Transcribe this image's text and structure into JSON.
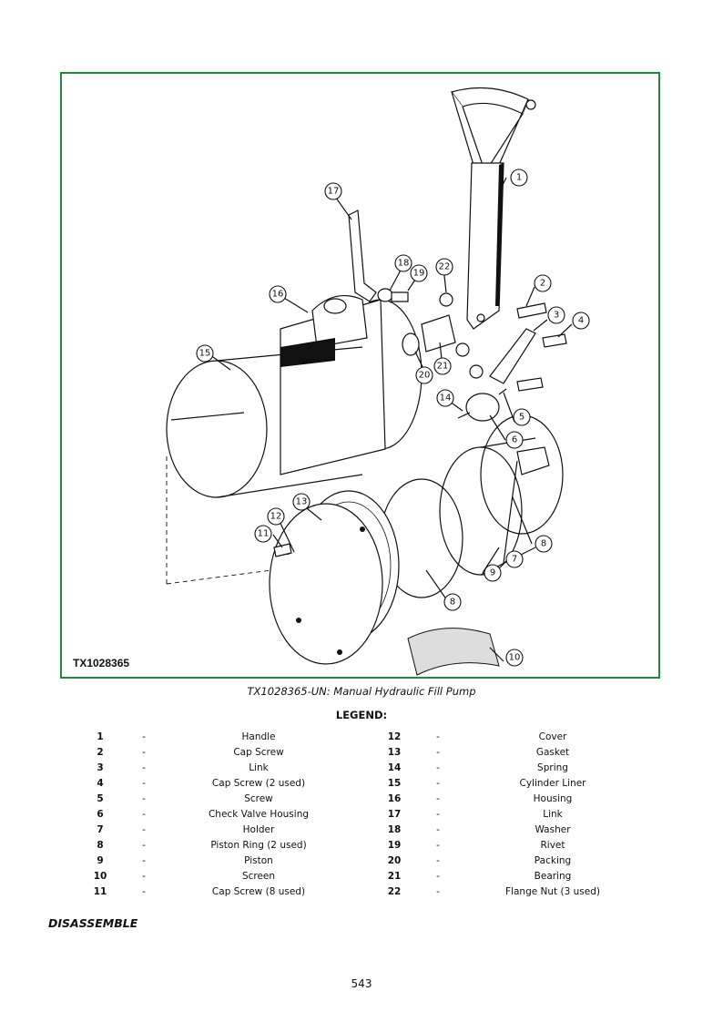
{
  "figure": {
    "id_label": "TX1028365",
    "caption": "TX1028365-UN: Manual Hydraulic Fill Pump",
    "callouts": [
      "1",
      "2",
      "3",
      "4",
      "5",
      "6",
      "7",
      "8",
      "9",
      "10",
      "11",
      "12",
      "13",
      "14",
      "15",
      "16",
      "17",
      "18",
      "19",
      "20",
      "21",
      "22"
    ]
  },
  "legend": {
    "title": "LEGEND:",
    "separator": "-",
    "left": [
      {
        "num": "1",
        "name": "Handle"
      },
      {
        "num": "2",
        "name": "Cap Screw"
      },
      {
        "num": "3",
        "name": "Link"
      },
      {
        "num": "4",
        "name": "Cap Screw (2 used)"
      },
      {
        "num": "5",
        "name": "Screw"
      },
      {
        "num": "6",
        "name": "Check Valve Housing"
      },
      {
        "num": "7",
        "name": "Holder"
      },
      {
        "num": "8",
        "name": "Piston Ring (2 used)"
      },
      {
        "num": "9",
        "name": "Piston"
      },
      {
        "num": "10",
        "name": "Screen"
      },
      {
        "num": "11",
        "name": "Cap Screw (8 used)"
      }
    ],
    "right": [
      {
        "num": "12",
        "name": "Cover"
      },
      {
        "num": "13",
        "name": "Gasket"
      },
      {
        "num": "14",
        "name": "Spring"
      },
      {
        "num": "15",
        "name": "Cylinder Liner"
      },
      {
        "num": "16",
        "name": "Housing"
      },
      {
        "num": "17",
        "name": "Link"
      },
      {
        "num": "18",
        "name": "Washer"
      },
      {
        "num": "19",
        "name": "Rivet"
      },
      {
        "num": "20",
        "name": "Packing"
      },
      {
        "num": "21",
        "name": "Bearing"
      },
      {
        "num": "22",
        "name": "Flange Nut (3 used)"
      }
    ]
  },
  "section": {
    "heading": "DISASSEMBLE"
  },
  "page": {
    "number": "543"
  }
}
